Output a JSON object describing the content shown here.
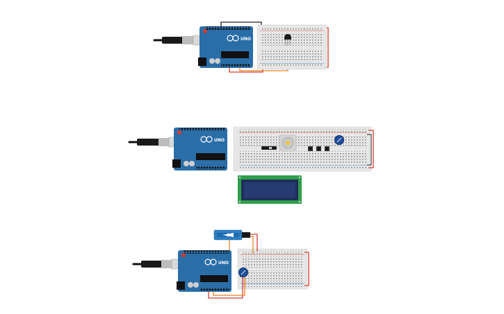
{
  "canvas": {
    "background": "#ffffff"
  },
  "colors": {
    "arduino_board": "#2a6ea8",
    "arduino_board_dark": "#1d4f7c",
    "breadboard": "#e6e6e6",
    "wire_red": "#d33b2f",
    "wire_black": "#222222",
    "wire_orange": "#e8801f",
    "lcd_pcb": "#2f9e4a",
    "lcd_screen": "#1f2f5a",
    "servo_body": "#2b7fc4",
    "potentiometer": "#1e4f9c"
  },
  "circuits": [
    {
      "id": "circuit-1",
      "board_label": "UNO",
      "components": [
        "arduino-uno",
        "usb-cable",
        "breadboard",
        "sensor-icon"
      ]
    },
    {
      "id": "circuit-2",
      "board_label": "UNO",
      "components": [
        "arduino-uno",
        "usb-cable",
        "breadboard",
        "button-icon",
        "button-icon",
        "button-icon",
        "potentiometer-icon",
        "buzzer-icon",
        "lcd-display"
      ]
    },
    {
      "id": "circuit-3",
      "board_label": "UNO",
      "components": [
        "arduino-uno",
        "usb-cable",
        "breadboard",
        "servo-motor",
        "potentiometer-icon"
      ]
    }
  ]
}
